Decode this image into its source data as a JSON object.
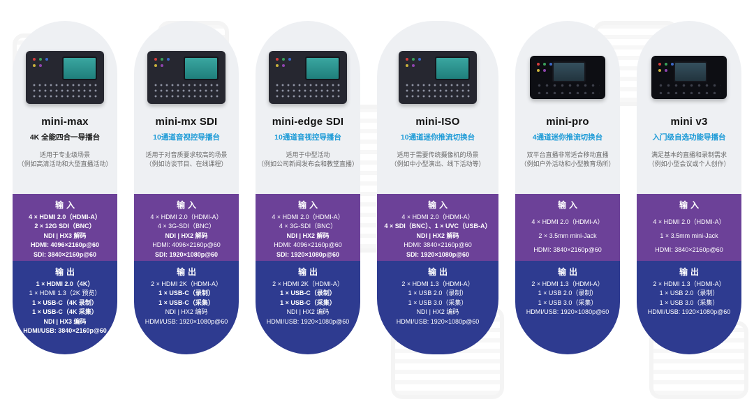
{
  "section_labels": {
    "input": "输入",
    "output": "输出"
  },
  "colors": {
    "input_bg": "#6c4198",
    "output_bg": "#2e3b90",
    "subtitle_blue": "#1e9bd7",
    "card_bg": "#eef0f3"
  },
  "products": [
    {
      "name": "mini-max",
      "subtitle": "4K 全能四合一导播台",
      "subtitle_color": "#1b1b1b",
      "description_line1": "适用于专业级场景",
      "description_line2": "（例如高清活动和大型直播活动）",
      "device_style": "gray",
      "wide": false,
      "inputs": [
        {
          "text": "4 × HDMI 2.0（HDMI-A）",
          "bold": true
        },
        {
          "text": "2 × 12G SDI（BNC）",
          "bold": true
        },
        {
          "text": "NDI | HX3 解码",
          "bold": true
        },
        {
          "text": "HDMI: 4096×2160p@60",
          "bold": true
        },
        {
          "text": "SDI: 3840×2160p@60",
          "bold": true
        }
      ],
      "outputs": [
        {
          "text": "1 × HDMI 2.0（4K）",
          "bold": true
        },
        {
          "text": "1 × HDMI 1.3（2K 预览）",
          "bold": false
        },
        {
          "text": "1 × USB-C（4K 录制）",
          "bold": true
        },
        {
          "text": "1 × USB-C（4K 采集）",
          "bold": true
        },
        {
          "text": "NDI | HX3 编码",
          "bold": true
        },
        {
          "text": "HDMI/USB: 3840×2160p@60",
          "bold": true
        }
      ]
    },
    {
      "name": "mini-mx SDI",
      "subtitle": "10通道音视控导播台",
      "subtitle_color": "#1e9bd7",
      "description_line1": "适用于对音质要求较高的场景",
      "description_line2": "（例如访谈节目、在线课程）",
      "device_style": "gray",
      "wide": false,
      "inputs": [
        {
          "text": "4 × HDMI 2.0（HDMI-A）",
          "bold": false
        },
        {
          "text": "4 × 3G-SDI（BNC）",
          "bold": false
        },
        {
          "text": "NDI | HX2 解码",
          "bold": true
        },
        {
          "text": "HDMI: 4096×2160p@60",
          "bold": false
        },
        {
          "text": "SDI: 1920×1080p@60",
          "bold": true
        }
      ],
      "outputs": [
        {
          "text": "2 × HDMI 2K（HDMI-A）",
          "bold": false
        },
        {
          "text": "1 × USB-C（录制）",
          "bold": true
        },
        {
          "text": "1 × USB-C（采集）",
          "bold": true
        },
        {
          "text": "NDI | HX2 编码",
          "bold": false
        },
        {
          "text": "HDMI/USB: 1920×1080p@60",
          "bold": false
        }
      ]
    },
    {
      "name": "mini-edge SDI",
      "subtitle": "10通道音视控导播台",
      "subtitle_color": "#1e9bd7",
      "description_line1": "适用于中型活动",
      "description_line2": "（例如公司新闻发布会和教堂直播）",
      "device_style": "gray",
      "wide": false,
      "inputs": [
        {
          "text": "4 × HDMI 2.0（HDMI-A）",
          "bold": false
        },
        {
          "text": "4 × 3G-SDI（BNC）",
          "bold": false
        },
        {
          "text": "NDI | HX2 解码",
          "bold": true
        },
        {
          "text": "HDMI: 4096×2160p@60",
          "bold": false
        },
        {
          "text": "SDI: 1920×1080p@60",
          "bold": true
        }
      ],
      "outputs": [
        {
          "text": "2 × HDMI 2K（HDMI-A）",
          "bold": false
        },
        {
          "text": "1 × USB-C（录制）",
          "bold": true
        },
        {
          "text": "1 × USB-C（采集）",
          "bold": true
        },
        {
          "text": "NDI | HX2 编码",
          "bold": false
        },
        {
          "text": "HDMI/USB: 1920×1080p@60",
          "bold": false
        }
      ]
    },
    {
      "name": "mini-ISO",
      "subtitle": "10通道迷你推流切换台",
      "subtitle_color": "#1e9bd7",
      "description_line1": "适用于需要传统摄像机的场景",
      "description_line2": "（例如中小型演出、线下活动等）",
      "device_style": "gray",
      "wide": true,
      "inputs": [
        {
          "text": "4 × HDMI 2.0（HDMI-A）",
          "bold": false
        },
        {
          "text": "4 × SDI（BNC）、1 × UVC（USB-A）",
          "bold": true
        },
        {
          "text": "NDI | HX2 解码",
          "bold": true
        },
        {
          "text": "HDMI: 3840×2160p@60",
          "bold": false
        },
        {
          "text": "SDI: 1920×1080p@60",
          "bold": true
        }
      ],
      "outputs": [
        {
          "text": "2 × HDMI 1.3（HDMI-A）",
          "bold": false
        },
        {
          "text": "1 × USB 2.0（录制）",
          "bold": false
        },
        {
          "text": "1 × USB 3.0（采集）",
          "bold": false
        },
        {
          "text": "NDI | HX2 编码",
          "bold": false
        },
        {
          "text": "HDMI/USB: 1920×1080p@60",
          "bold": false
        }
      ]
    },
    {
      "name": "mini-pro",
      "subtitle": "4通道迷你推流切换台",
      "subtitle_color": "#1e9bd7",
      "description_line1": "双平台直播非常适合移动直播",
      "description_line2": "（例如户外活动和小型教育场所）",
      "device_style": "black",
      "wide": false,
      "inputs": [
        {
          "text": "4 × HDMI 2.0（HDMI-A）",
          "bold": false
        },
        {
          "text": "2 × 3.5mm mini-Jack",
          "bold": false
        },
        {
          "text": "HDMI: 3840×2160p@60",
          "bold": false
        }
      ],
      "outputs": [
        {
          "text": "2 × HDMI 1.3（HDMI-A）",
          "bold": false
        },
        {
          "text": "1 × USB 2.0（录制）",
          "bold": false
        },
        {
          "text": "1 × USB 3.0（采集）",
          "bold": false
        },
        {
          "text": "HDMI/USB: 1920×1080p@60",
          "bold": false
        }
      ]
    },
    {
      "name": "mini v3",
      "subtitle": "入门级自选功能导播台",
      "subtitle_color": "#1e9bd7",
      "description_line1": "满足基本的直播和录制需求",
      "description_line2": "（例如小型会议或个人创作）",
      "device_style": "black",
      "wide": false,
      "inputs": [
        {
          "text": "4 × HDMI 2.0（HDMI-A）",
          "bold": false
        },
        {
          "text": "1 × 3.5mm mini-Jack",
          "bold": false
        },
        {
          "text": "HDMI: 3840×2160p@60",
          "bold": false
        }
      ],
      "outputs": [
        {
          "text": "2 × HDMI 1.3（HDMI-A）",
          "bold": false
        },
        {
          "text": "1 × USB 2.0（录制）",
          "bold": false
        },
        {
          "text": "1 × USB 3.0（采集）",
          "bold": false
        },
        {
          "text": "HDMI/USB: 1920×1080p@60",
          "bold": false
        }
      ]
    }
  ]
}
